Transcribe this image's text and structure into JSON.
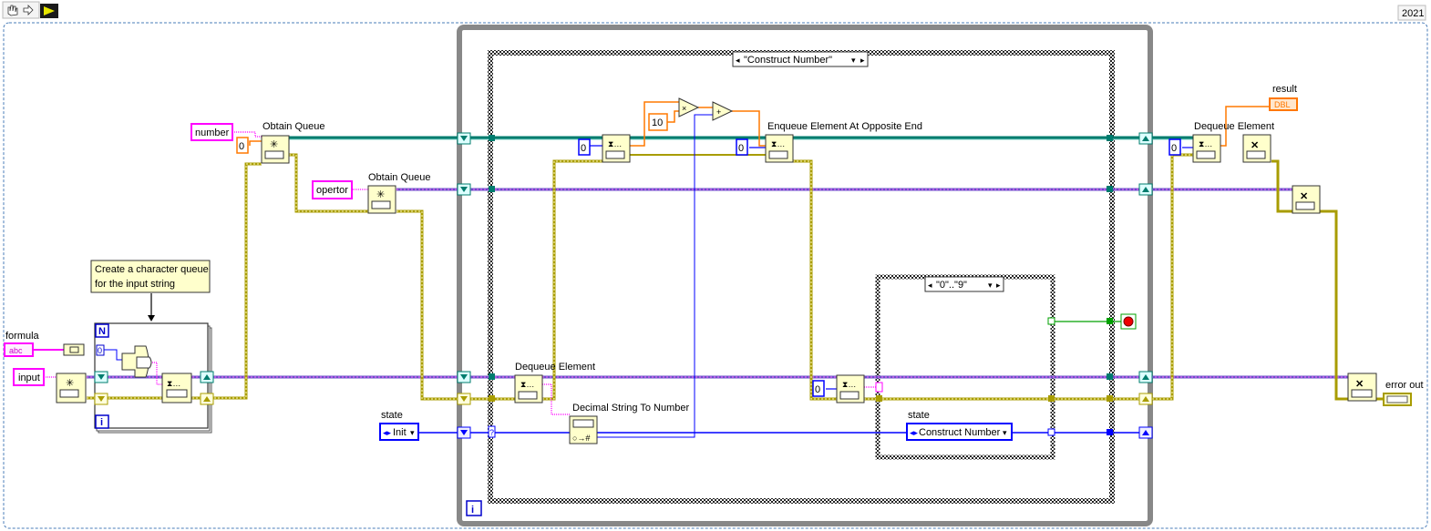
{
  "toolbar": {
    "version": "2021",
    "icons": [
      "hand-tool-icon",
      "arrow-tool-icon",
      "run-arrow-icon"
    ]
  },
  "controls": {
    "formula": "formula",
    "formula_type": "abc",
    "input": "input",
    "number": "number",
    "operator": "opertor",
    "state": "state",
    "state_init": "Init",
    "result": "result",
    "result_type": "DBL",
    "error_out": "error out"
  },
  "constants": {
    "zero": "0",
    "ten": "10"
  },
  "nodes": {
    "obtain_queue": "Obtain Queue",
    "dequeue_element": "Dequeue Element",
    "enqueue_opposite": "Enqueue Element At Opposite End",
    "decimal_string": "Decimal String To Number",
    "multiply": "×",
    "add": "+"
  },
  "comment": {
    "line1": "Create a character queue",
    "line2": "for the input string"
  },
  "structures": {
    "for_loop_count": "N",
    "iteration": "i",
    "outer_case_selector": "\"Construct Number\"",
    "inner_case_selector": "\"0\"..\"9\"",
    "inner_state": "state",
    "inner_state_value": "Construct Number"
  },
  "colors": {
    "string_wire": "#ff00ff",
    "error_wire": "#a89c00",
    "queue_wire": "#007c6e",
    "enum_wire": "#0000ff",
    "numeric_wire": "#ff7800",
    "boolean_wire": "#00a000",
    "node_fill": "#ffffcc"
  }
}
